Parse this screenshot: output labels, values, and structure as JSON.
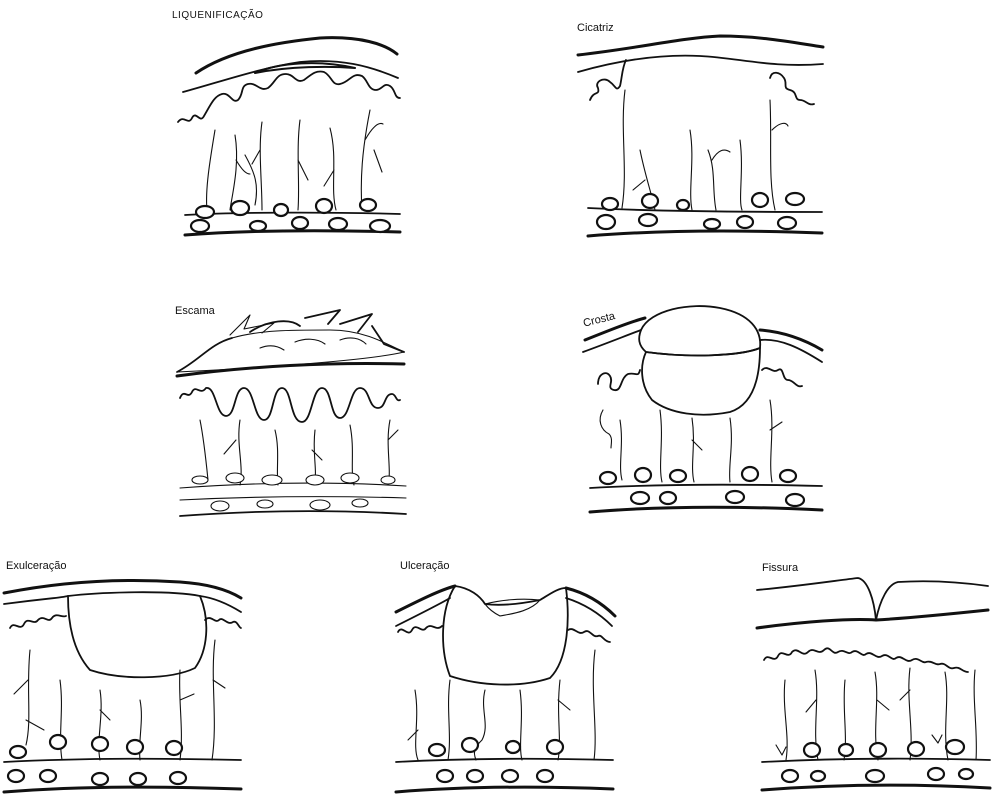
{
  "figure": {
    "panels": [
      {
        "id": "liquenificacao",
        "label": "LIQUENIFICAÇÃO"
      },
      {
        "id": "cicatriz",
        "label": "Cicatriz"
      },
      {
        "id": "escama",
        "label": "Escama"
      },
      {
        "id": "crosta",
        "label": "Crosta"
      },
      {
        "id": "exulceracao",
        "label": "Exulceração"
      },
      {
        "id": "ulceracao",
        "label": "Ulceração"
      },
      {
        "id": "fissura",
        "label": "Fissura"
      }
    ]
  },
  "colors": {
    "ink": "#111111",
    "background": "#ffffff"
  }
}
